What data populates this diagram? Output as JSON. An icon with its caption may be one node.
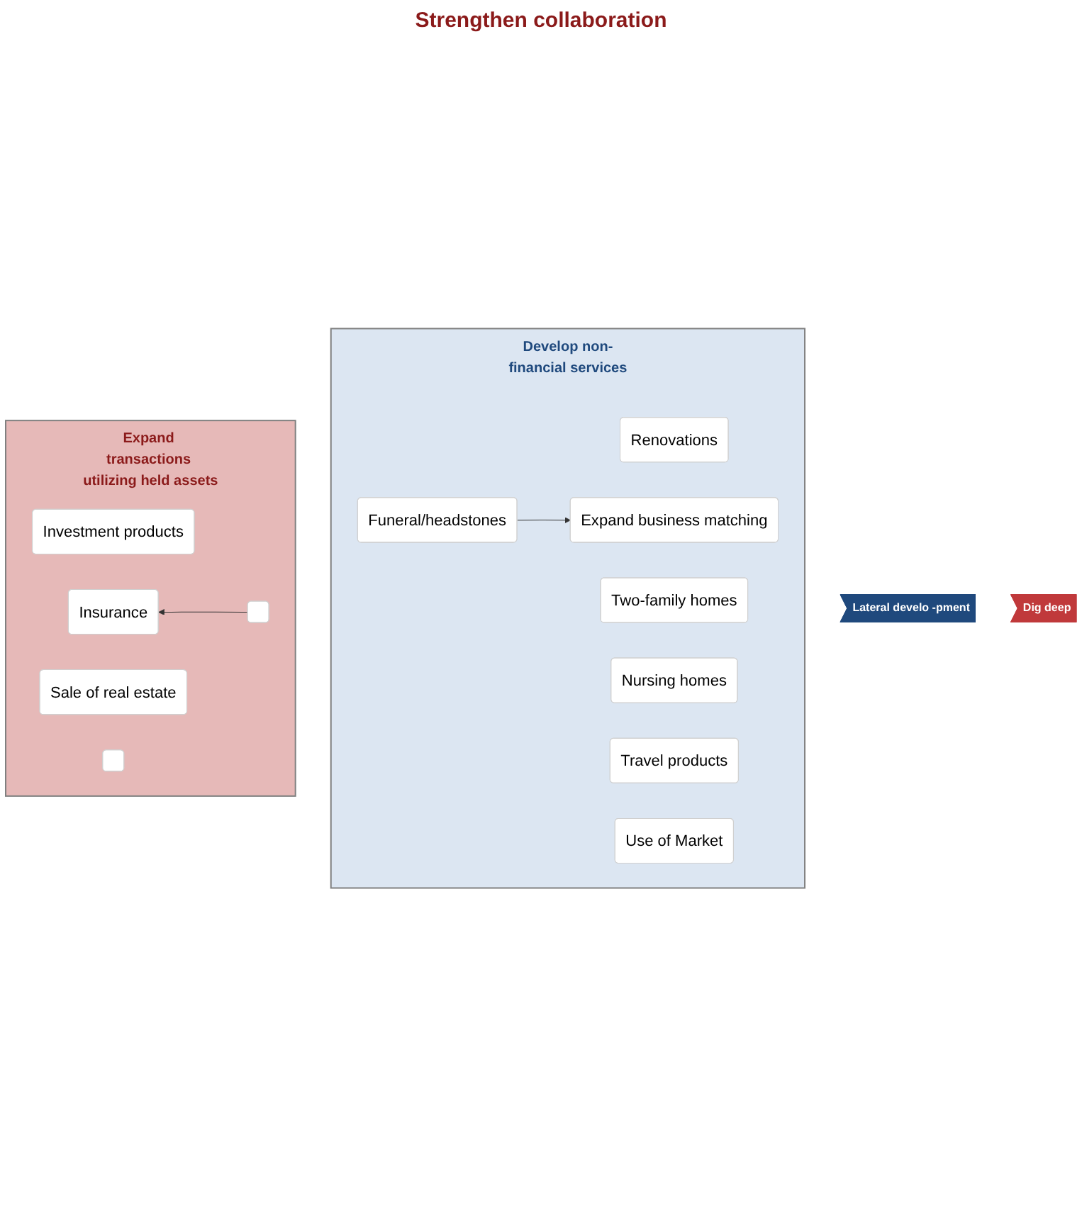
{
  "diagram": {
    "nodes": [
      {
        "text": [
          "Develop non-financial services"
        ]
      },
      {
        "text": [
          "Renovations"
        ],
        "in": 0
      },
      {
        "text": [
          "Two-family homes"
        ],
        "in": 0
      },
      {
        "text": [
          "Nursing homes"
        ],
        "in": 0
      },
      {
        "text": [
          "Travel products"
        ],
        "in": 0
      },
      {
        "text": [
          "Funeral/headstones"
        ],
        "in": 0
      },
      {
        "text": [
          "Expand business matching"
        ],
        "in": 0
      },
      {
        "text": [
          "Use of Market"
        ],
        "in": 0
      },
      {
        "text": [
          "Lateral develo -pment"
        ]
      },
      {
        "text": [
          "Expand transactions utilizing held assets"
        ]
      },
      {
        "text": [
          "Investment products"
        ],
        "in": 9
      },
      {
        "text": [
          "Insurance"
        ],
        "in": 9
      },
      {
        "text": [
          "Sale of real estate"
        ],
        "in": 9
      },
      {
        "text": [],
        "shape": "box",
        "in": 9
      },
      {
        "text": [],
        "shape": "box",
        "in": 9
      },
      {
        "text": [
          "Dig deep"
        ]
      }
    ],
    "edges": [
      {
        "from": 5,
        "to": 6,
        "arrow": "to"
      },
      {
        "from": 13,
        "to": 11,
        "arrow": "to"
      }
    ],
    "labels": [
      "Strengthen collaboration"
    ]
  }
}
